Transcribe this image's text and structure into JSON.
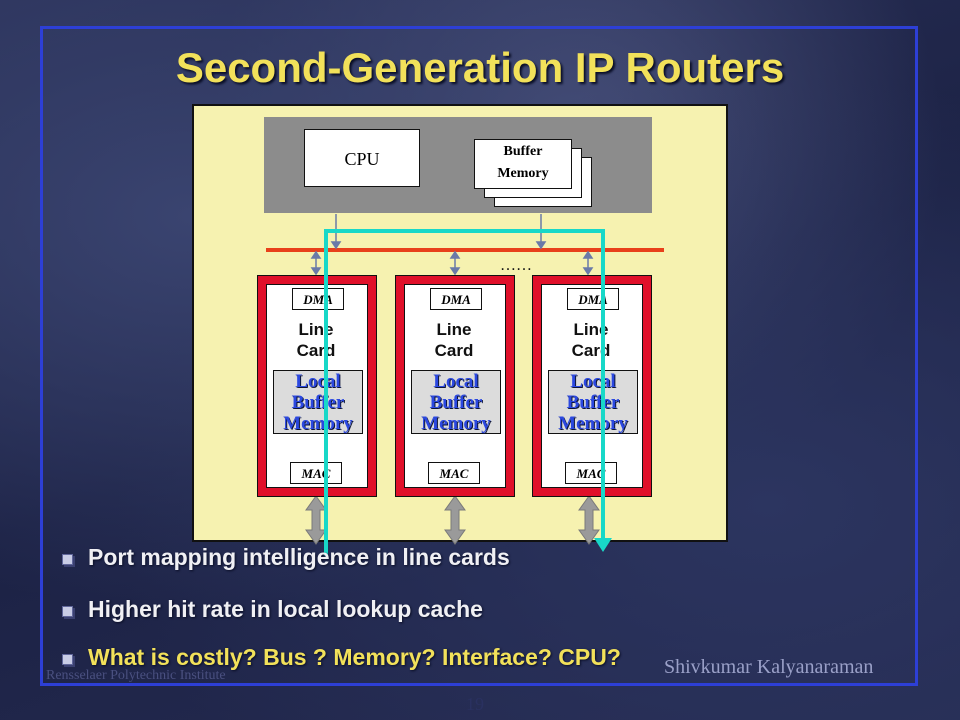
{
  "slide": {
    "title": "Second-Generation IP Routers",
    "page_number": "19",
    "footer_left": "Rensselaer Polytechnic Institute",
    "footer_right": "Shivkumar Kalyanaraman"
  },
  "diagram": {
    "cpu_label": "CPU",
    "buffer_memory_label_line1": "Buffer",
    "buffer_memory_label_line2": "Memory",
    "ellipsis": "……",
    "line_cards": [
      {
        "dma": "DMA",
        "label_line1": "Line",
        "label_line2": "Card",
        "lbm_line1": "Local",
        "lbm_line2": "Buffer",
        "lbm_line3": "Memory",
        "mac": "MAC"
      },
      {
        "dma": "DMA",
        "label_line1": "Line",
        "label_line2": "Card",
        "lbm_line1": "Local",
        "lbm_line2": "Buffer",
        "lbm_line3": "Memory",
        "mac": "MAC"
      },
      {
        "dma": "DMA",
        "label_line1": "Line",
        "label_line2": "Card",
        "lbm_line1": "Local",
        "lbm_line2": "Buffer",
        "lbm_line3": "Memory",
        "mac": "MAC"
      }
    ],
    "colors": {
      "bus": "#e8401a",
      "path": "#18d8c8",
      "card_border": "#e0102a",
      "processor_board": "#8c8c8c",
      "background": "#f6f2b0"
    }
  },
  "bullets": [
    {
      "text": "Port mapping intelligence in line cards"
    },
    {
      "text": "Higher hit rate in local lookup cache"
    },
    {
      "text": "What is costly? Bus ? Memory? Interface? CPU?"
    }
  ]
}
